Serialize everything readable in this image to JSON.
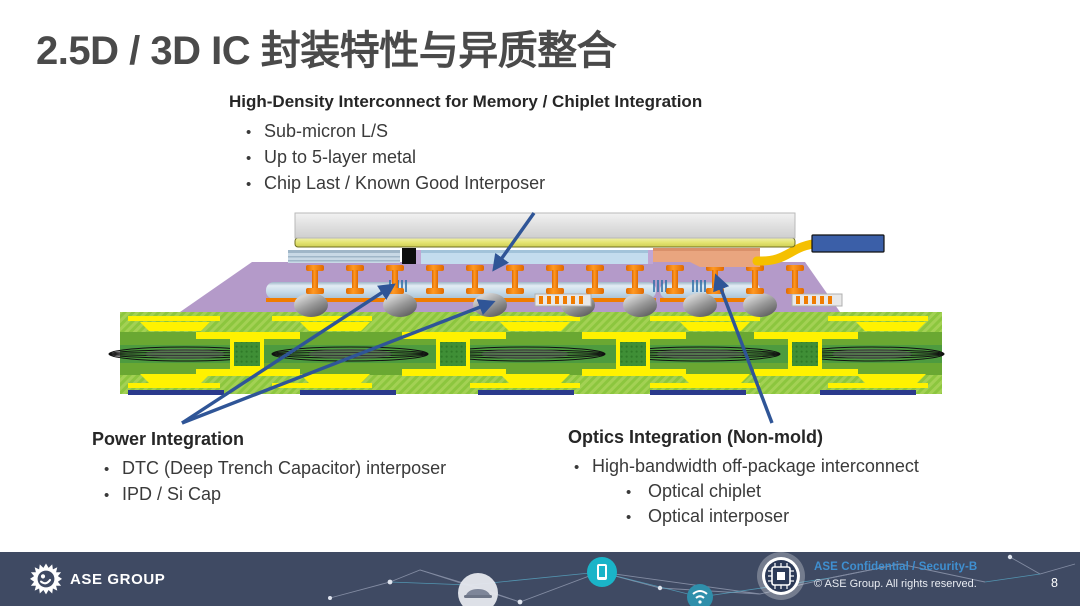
{
  "slide": {
    "title": "2.5D / 3D IC 封装特性与异质整合"
  },
  "top_section": {
    "heading": "High-Density Interconnect for Memory / Chiplet Integration",
    "bullets": [
      "Sub-micron L/S",
      "Up to 5-layer metal",
      "Chip Last / Known Good Interposer"
    ]
  },
  "power_section": {
    "heading": "Power Integration",
    "bullets": [
      "DTC (Deep Trench Capacitor) interposer",
      "IPD / Si Cap"
    ]
  },
  "optics_section": {
    "heading": "Optics Integration (Non-mold)",
    "bullets": [
      "High-bandwidth off-package interconnect"
    ],
    "sub_bullets": [
      "Optical chiplet",
      "Optical interposer"
    ]
  },
  "bullet_glyph": "•",
  "footer": {
    "logo_text": "ASE GROUP",
    "confidential": "ASE Confidential / Security-B",
    "copyright": "© ASE Group. All rights reserved.",
    "page_number": "8"
  },
  "colors": {
    "title_gray": "#4a4a4a",
    "arrow_blue": "#2f5597",
    "footer_bg": "#3f4a63",
    "confidential_blue": "#3f8fd0",
    "lid_gray": "#d9d9d9",
    "die_yellow": "#e8e87a",
    "interposer_blue": "#c3d9ea",
    "underfill_purple": "#b49ac9",
    "pillar_orange": "#f07c00",
    "solder_gray": "#8c8c8c",
    "substrate_green": "#8cc63e",
    "core_green": "#4d9b3f",
    "trace_yellow": "#fff200",
    "optical_chiplet": "#e9a57f",
    "fiber_yellow": "#f5c000",
    "connector_blue": "#3b5fa8"
  },
  "diagram": {
    "label": "2.5D/3D IC package cross-section",
    "parts": [
      "heat-spreader-lid",
      "logic-die",
      "silicon-interposer",
      "copper-pillar-microbumps",
      "underfill",
      "solder-balls",
      "deep-trench-capacitor",
      "optical-chiplet",
      "optical-fiber",
      "fiber-connector",
      "build-up-substrate",
      "glass-fiber-core"
    ]
  }
}
